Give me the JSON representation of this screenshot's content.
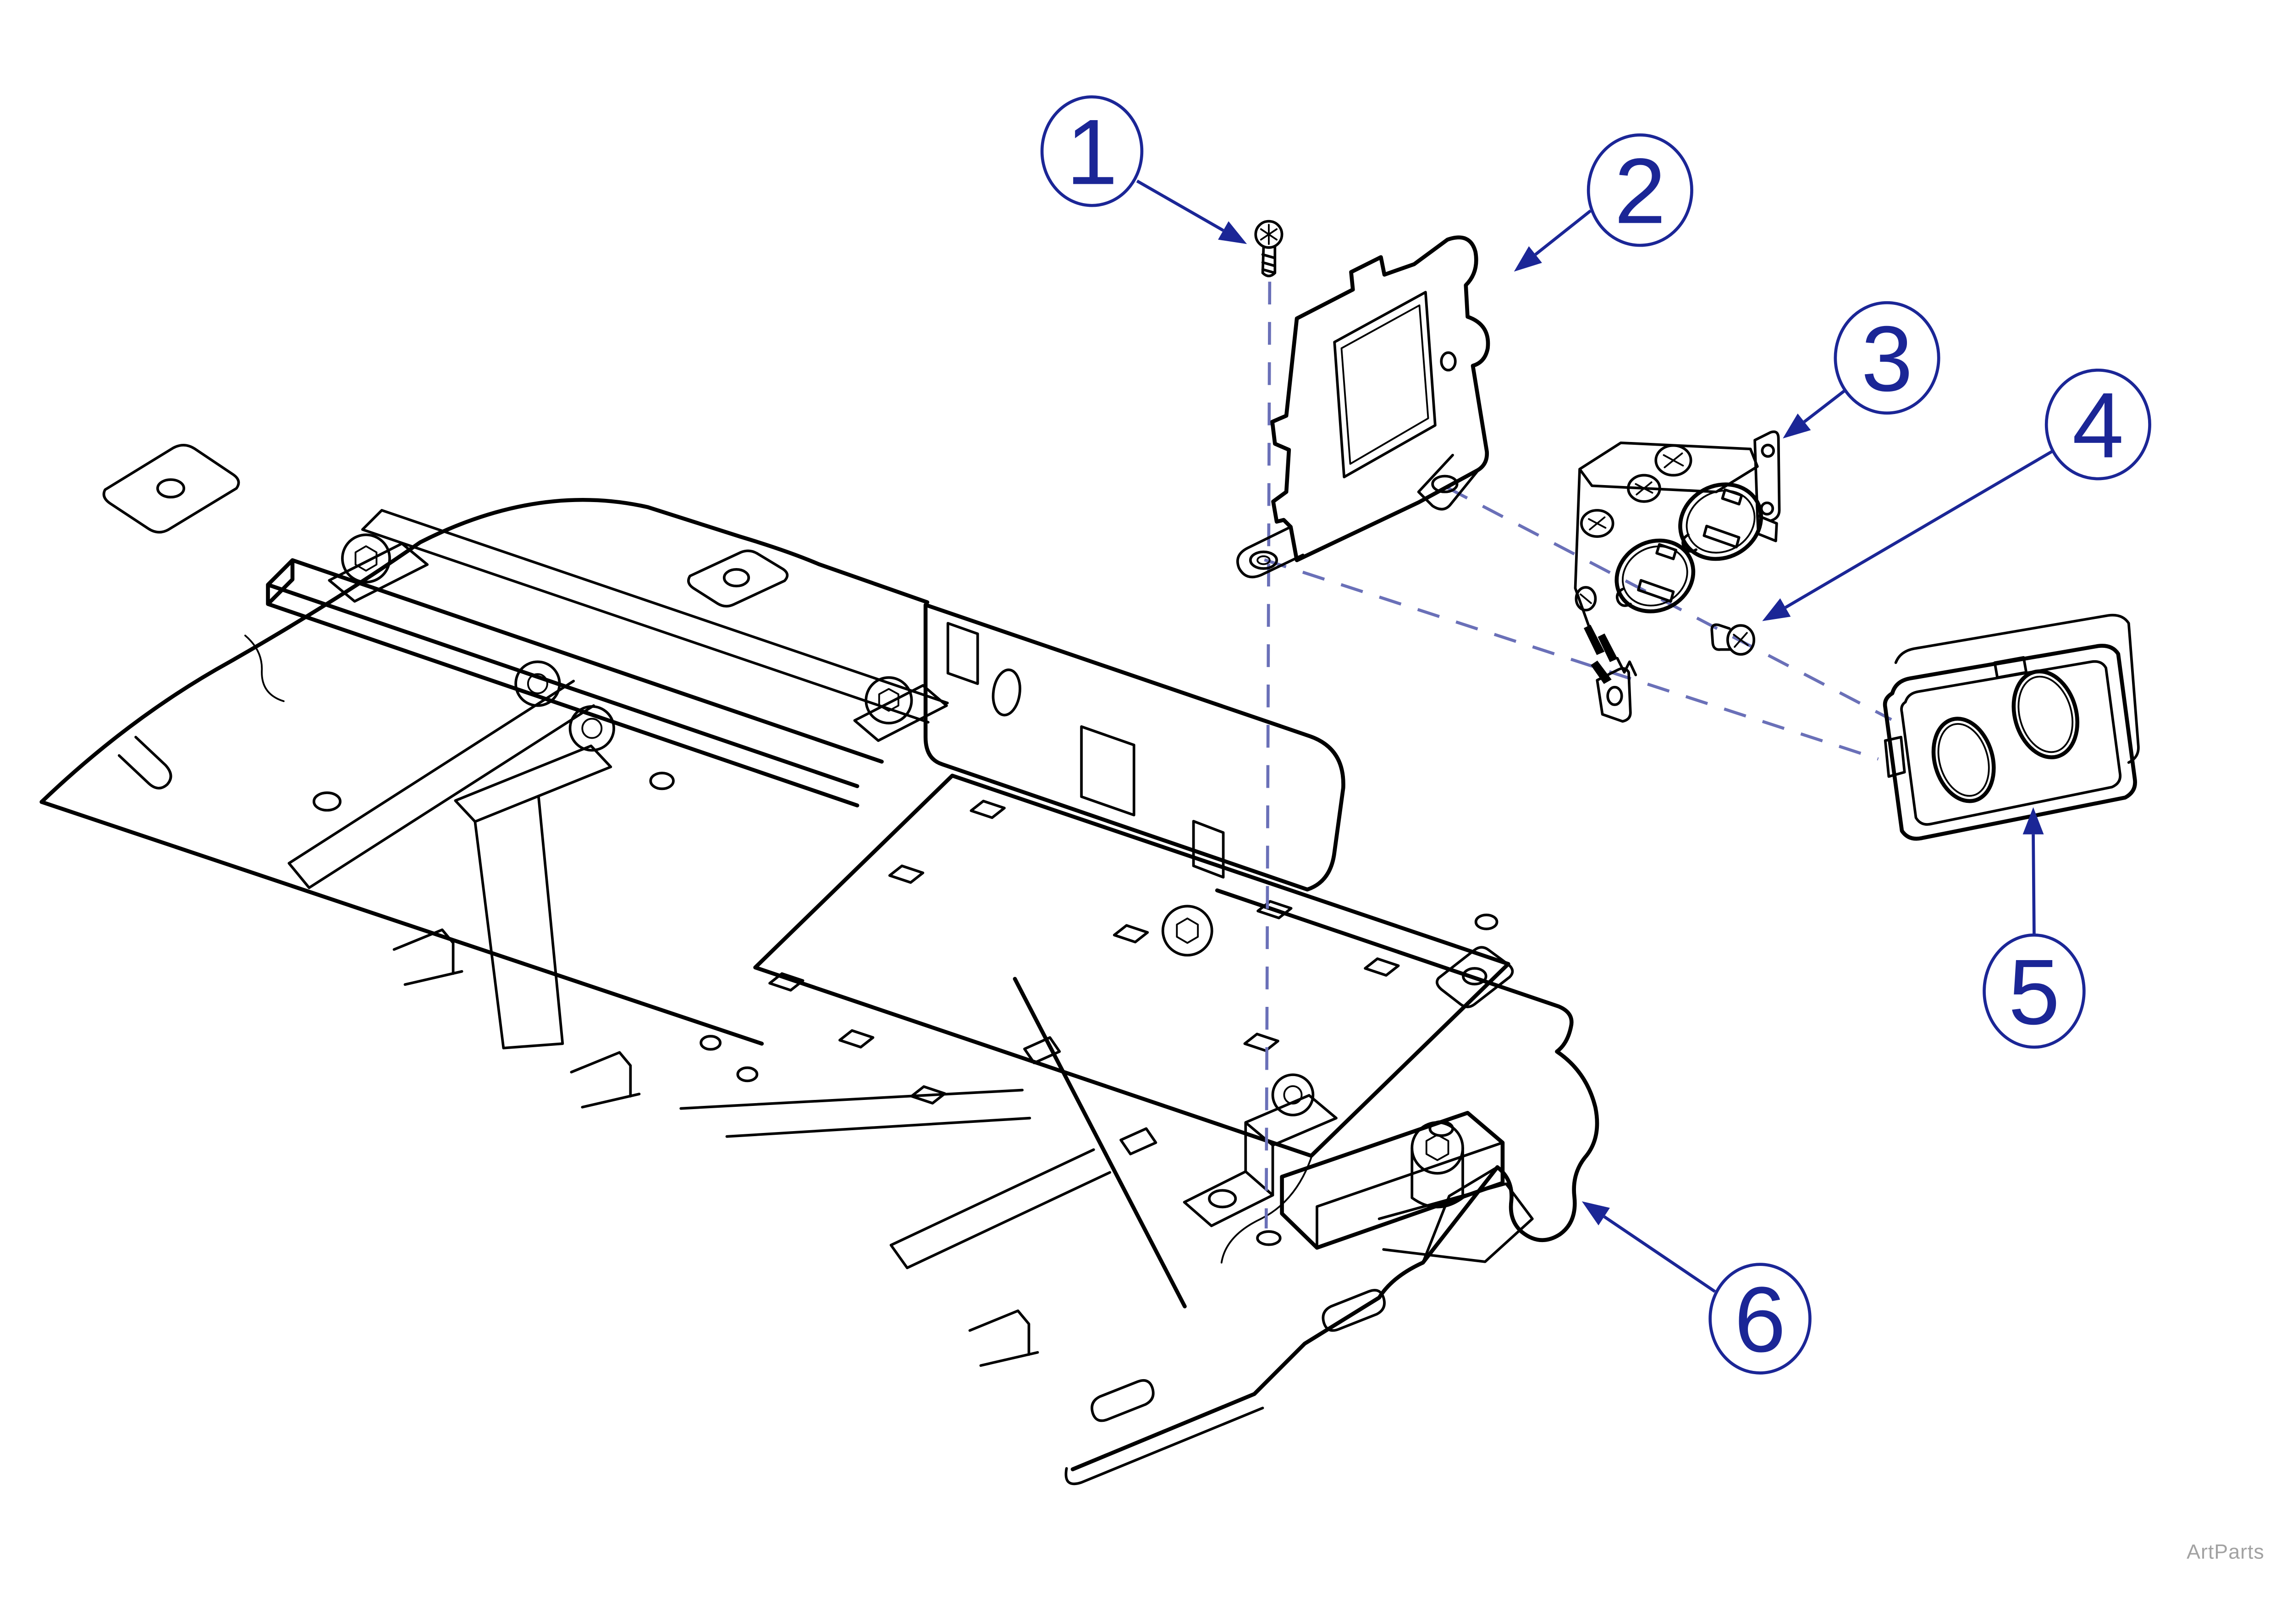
{
  "diagram": {
    "type": "exploded-parts-diagram",
    "watermark": "ArtParts",
    "colors": {
      "callout": "#1b2696",
      "dashed_line": "#6a70b8",
      "line_art": "#000000",
      "watermark": "#a2a2a2",
      "background": "#ffffff"
    },
    "callouts": [
      {
        "number": "1",
        "part": "pan-head-screw"
      },
      {
        "number": "2",
        "part": "mounting-bracket"
      },
      {
        "number": "3",
        "part": "duplex-receptacle"
      },
      {
        "number": "4",
        "part": "small-pan-head-screw"
      },
      {
        "number": "5",
        "part": "outlet-cover-plate"
      },
      {
        "number": "6",
        "part": "chassis-assembly"
      }
    ]
  }
}
